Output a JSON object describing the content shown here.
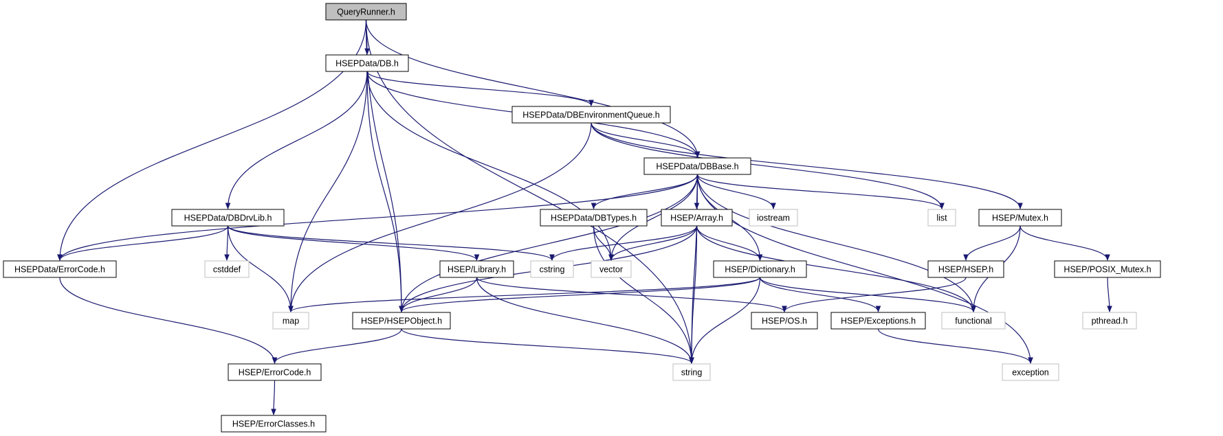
{
  "colors": {
    "edge": "#191970",
    "node_border": "#000000",
    "external_border": "#bfbfbf",
    "root_fill": "#bfbfbf",
    "text": "#000000",
    "external_text": "#000000"
  },
  "nodes": [
    {
      "id": "QueryRunner",
      "label": "QueryRunner.h",
      "kind": "root"
    },
    {
      "id": "DB",
      "label": "HSEPData/DB.h",
      "kind": "file"
    },
    {
      "id": "DBEnvQueue",
      "label": "HSEPData/DBEnvironmentQueue.h",
      "kind": "file"
    },
    {
      "id": "DBBase",
      "label": "HSEPData/DBBase.h",
      "kind": "file"
    },
    {
      "id": "DBDrvLib",
      "label": "HSEPData/DBDrvLib.h",
      "kind": "file"
    },
    {
      "id": "DBTypes",
      "label": "HSEPData/DBTypes.h",
      "kind": "file"
    },
    {
      "id": "Array",
      "label": "HSEP/Array.h",
      "kind": "file"
    },
    {
      "id": "iostream",
      "label": "iostream",
      "kind": "external"
    },
    {
      "id": "list",
      "label": "list",
      "kind": "external"
    },
    {
      "id": "Mutex",
      "label": "HSEP/Mutex.h",
      "kind": "file"
    },
    {
      "id": "DataErrorCode",
      "label": "HSEPData/ErrorCode.h",
      "kind": "file"
    },
    {
      "id": "cstddef",
      "label": "cstddef",
      "kind": "external"
    },
    {
      "id": "Library",
      "label": "HSEP/Library.h",
      "kind": "file"
    },
    {
      "id": "cstring",
      "label": "cstring",
      "kind": "external"
    },
    {
      "id": "vector",
      "label": "vector",
      "kind": "external"
    },
    {
      "id": "Dictionary",
      "label": "HSEP/Dictionary.h",
      "kind": "file"
    },
    {
      "id": "HSEPh",
      "label": "HSEP/HSEP.h",
      "kind": "file"
    },
    {
      "id": "POSIXMutex",
      "label": "HSEP/POSIX_Mutex.h",
      "kind": "file"
    },
    {
      "id": "map",
      "label": "map",
      "kind": "external"
    },
    {
      "id": "HSEPObject",
      "label": "HSEP/HSEPObject.h",
      "kind": "file"
    },
    {
      "id": "OS",
      "label": "HSEP/OS.h",
      "kind": "file"
    },
    {
      "id": "Exceptions",
      "label": "HSEP/Exceptions.h",
      "kind": "file"
    },
    {
      "id": "functional",
      "label": "functional",
      "kind": "external"
    },
    {
      "id": "pthread",
      "label": "pthread.h",
      "kind": "external"
    },
    {
      "id": "HSEPErrorCode",
      "label": "HSEP/ErrorCode.h",
      "kind": "file"
    },
    {
      "id": "string",
      "label": "string",
      "kind": "external"
    },
    {
      "id": "exception",
      "label": "exception",
      "kind": "external"
    },
    {
      "id": "ErrorClasses",
      "label": "HSEP/ErrorClasses.h",
      "kind": "file"
    }
  ],
  "edges": [
    [
      "QueryRunner",
      "DB"
    ],
    [
      "QueryRunner",
      "DBBase"
    ],
    [
      "QueryRunner",
      "DataErrorCode"
    ],
    [
      "QueryRunner",
      "HSEPObject"
    ],
    [
      "QueryRunner",
      "string"
    ],
    [
      "DB",
      "DBEnvQueue"
    ],
    [
      "DB",
      "DBBase"
    ],
    [
      "DB",
      "DBDrvLib"
    ],
    [
      "DB",
      "map"
    ],
    [
      "DB",
      "HSEPObject"
    ],
    [
      "DB",
      "vector"
    ],
    [
      "DBEnvQueue",
      "DBBase"
    ],
    [
      "DBEnvQueue",
      "list"
    ],
    [
      "DBEnvQueue",
      "Mutex"
    ],
    [
      "DBEnvQueue",
      "map"
    ],
    [
      "DBBase",
      "DataErrorCode"
    ],
    [
      "DBBase",
      "HSEPObject"
    ],
    [
      "DBBase",
      "vector"
    ],
    [
      "DBBase",
      "DBTypes"
    ],
    [
      "DBBase",
      "Array"
    ],
    [
      "DBBase",
      "iostream"
    ],
    [
      "DBBase",
      "Dictionary"
    ],
    [
      "DBBase",
      "functional"
    ],
    [
      "DBBase",
      "string"
    ],
    [
      "DBBase",
      "list"
    ],
    [
      "DBBase",
      "exception"
    ],
    [
      "DBDrvLib",
      "DataErrorCode"
    ],
    [
      "DBDrvLib",
      "cstddef"
    ],
    [
      "DBDrvLib",
      "map"
    ],
    [
      "DBDrvLib",
      "Library"
    ],
    [
      "DBDrvLib",
      "cstring"
    ],
    [
      "DBTypes",
      "vector"
    ],
    [
      "DBTypes",
      "string"
    ],
    [
      "Array",
      "HSEPObject"
    ],
    [
      "Array",
      "cstring"
    ],
    [
      "Array",
      "vector"
    ],
    [
      "Array",
      "Dictionary"
    ],
    [
      "Array",
      "string"
    ],
    [
      "Array",
      "functional"
    ],
    [
      "Mutex",
      "HSEPh"
    ],
    [
      "Mutex",
      "POSIXMutex"
    ],
    [
      "Mutex",
      "functional"
    ],
    [
      "DataErrorCode",
      "HSEPErrorCode"
    ],
    [
      "Library",
      "HSEPObject"
    ],
    [
      "Library",
      "OS"
    ],
    [
      "Library",
      "string"
    ],
    [
      "Dictionary",
      "map"
    ],
    [
      "Dictionary",
      "HSEPObject"
    ],
    [
      "Dictionary",
      "Exceptions"
    ],
    [
      "Dictionary",
      "functional"
    ],
    [
      "Dictionary",
      "string"
    ],
    [
      "HSEPh",
      "OS"
    ],
    [
      "POSIXMutex",
      "pthread"
    ],
    [
      "HSEPObject",
      "HSEPErrorCode"
    ],
    [
      "HSEPObject",
      "string"
    ],
    [
      "Exceptions",
      "exception"
    ],
    [
      "HSEPErrorCode",
      "ErrorClasses"
    ]
  ]
}
